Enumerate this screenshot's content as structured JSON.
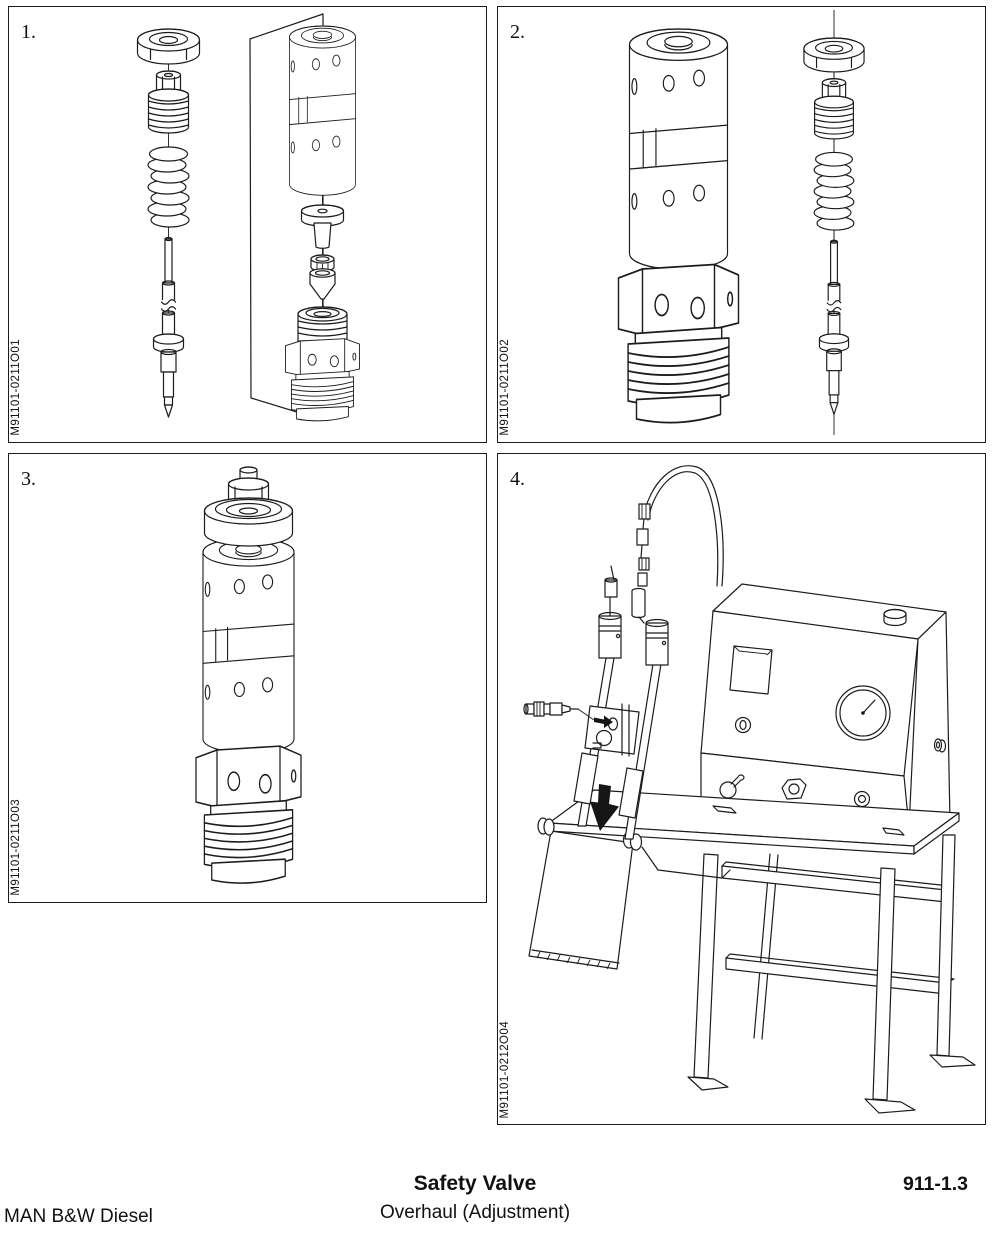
{
  "document": {
    "panels": [
      {
        "number": "1.",
        "figure_code": "M91101-0211O01"
      },
      {
        "number": "2.",
        "figure_code": "M91101-0211O02"
      },
      {
        "number": "3.",
        "figure_code": "M91101-0211O03"
      },
      {
        "number": "4.",
        "figure_code": "M91101-0212O04"
      }
    ],
    "footer": {
      "title": "Safety Valve",
      "subtitle": "Overhaul (Adjustment)",
      "section_code": "911-1.3",
      "company": "MAN B&W Diesel"
    }
  }
}
